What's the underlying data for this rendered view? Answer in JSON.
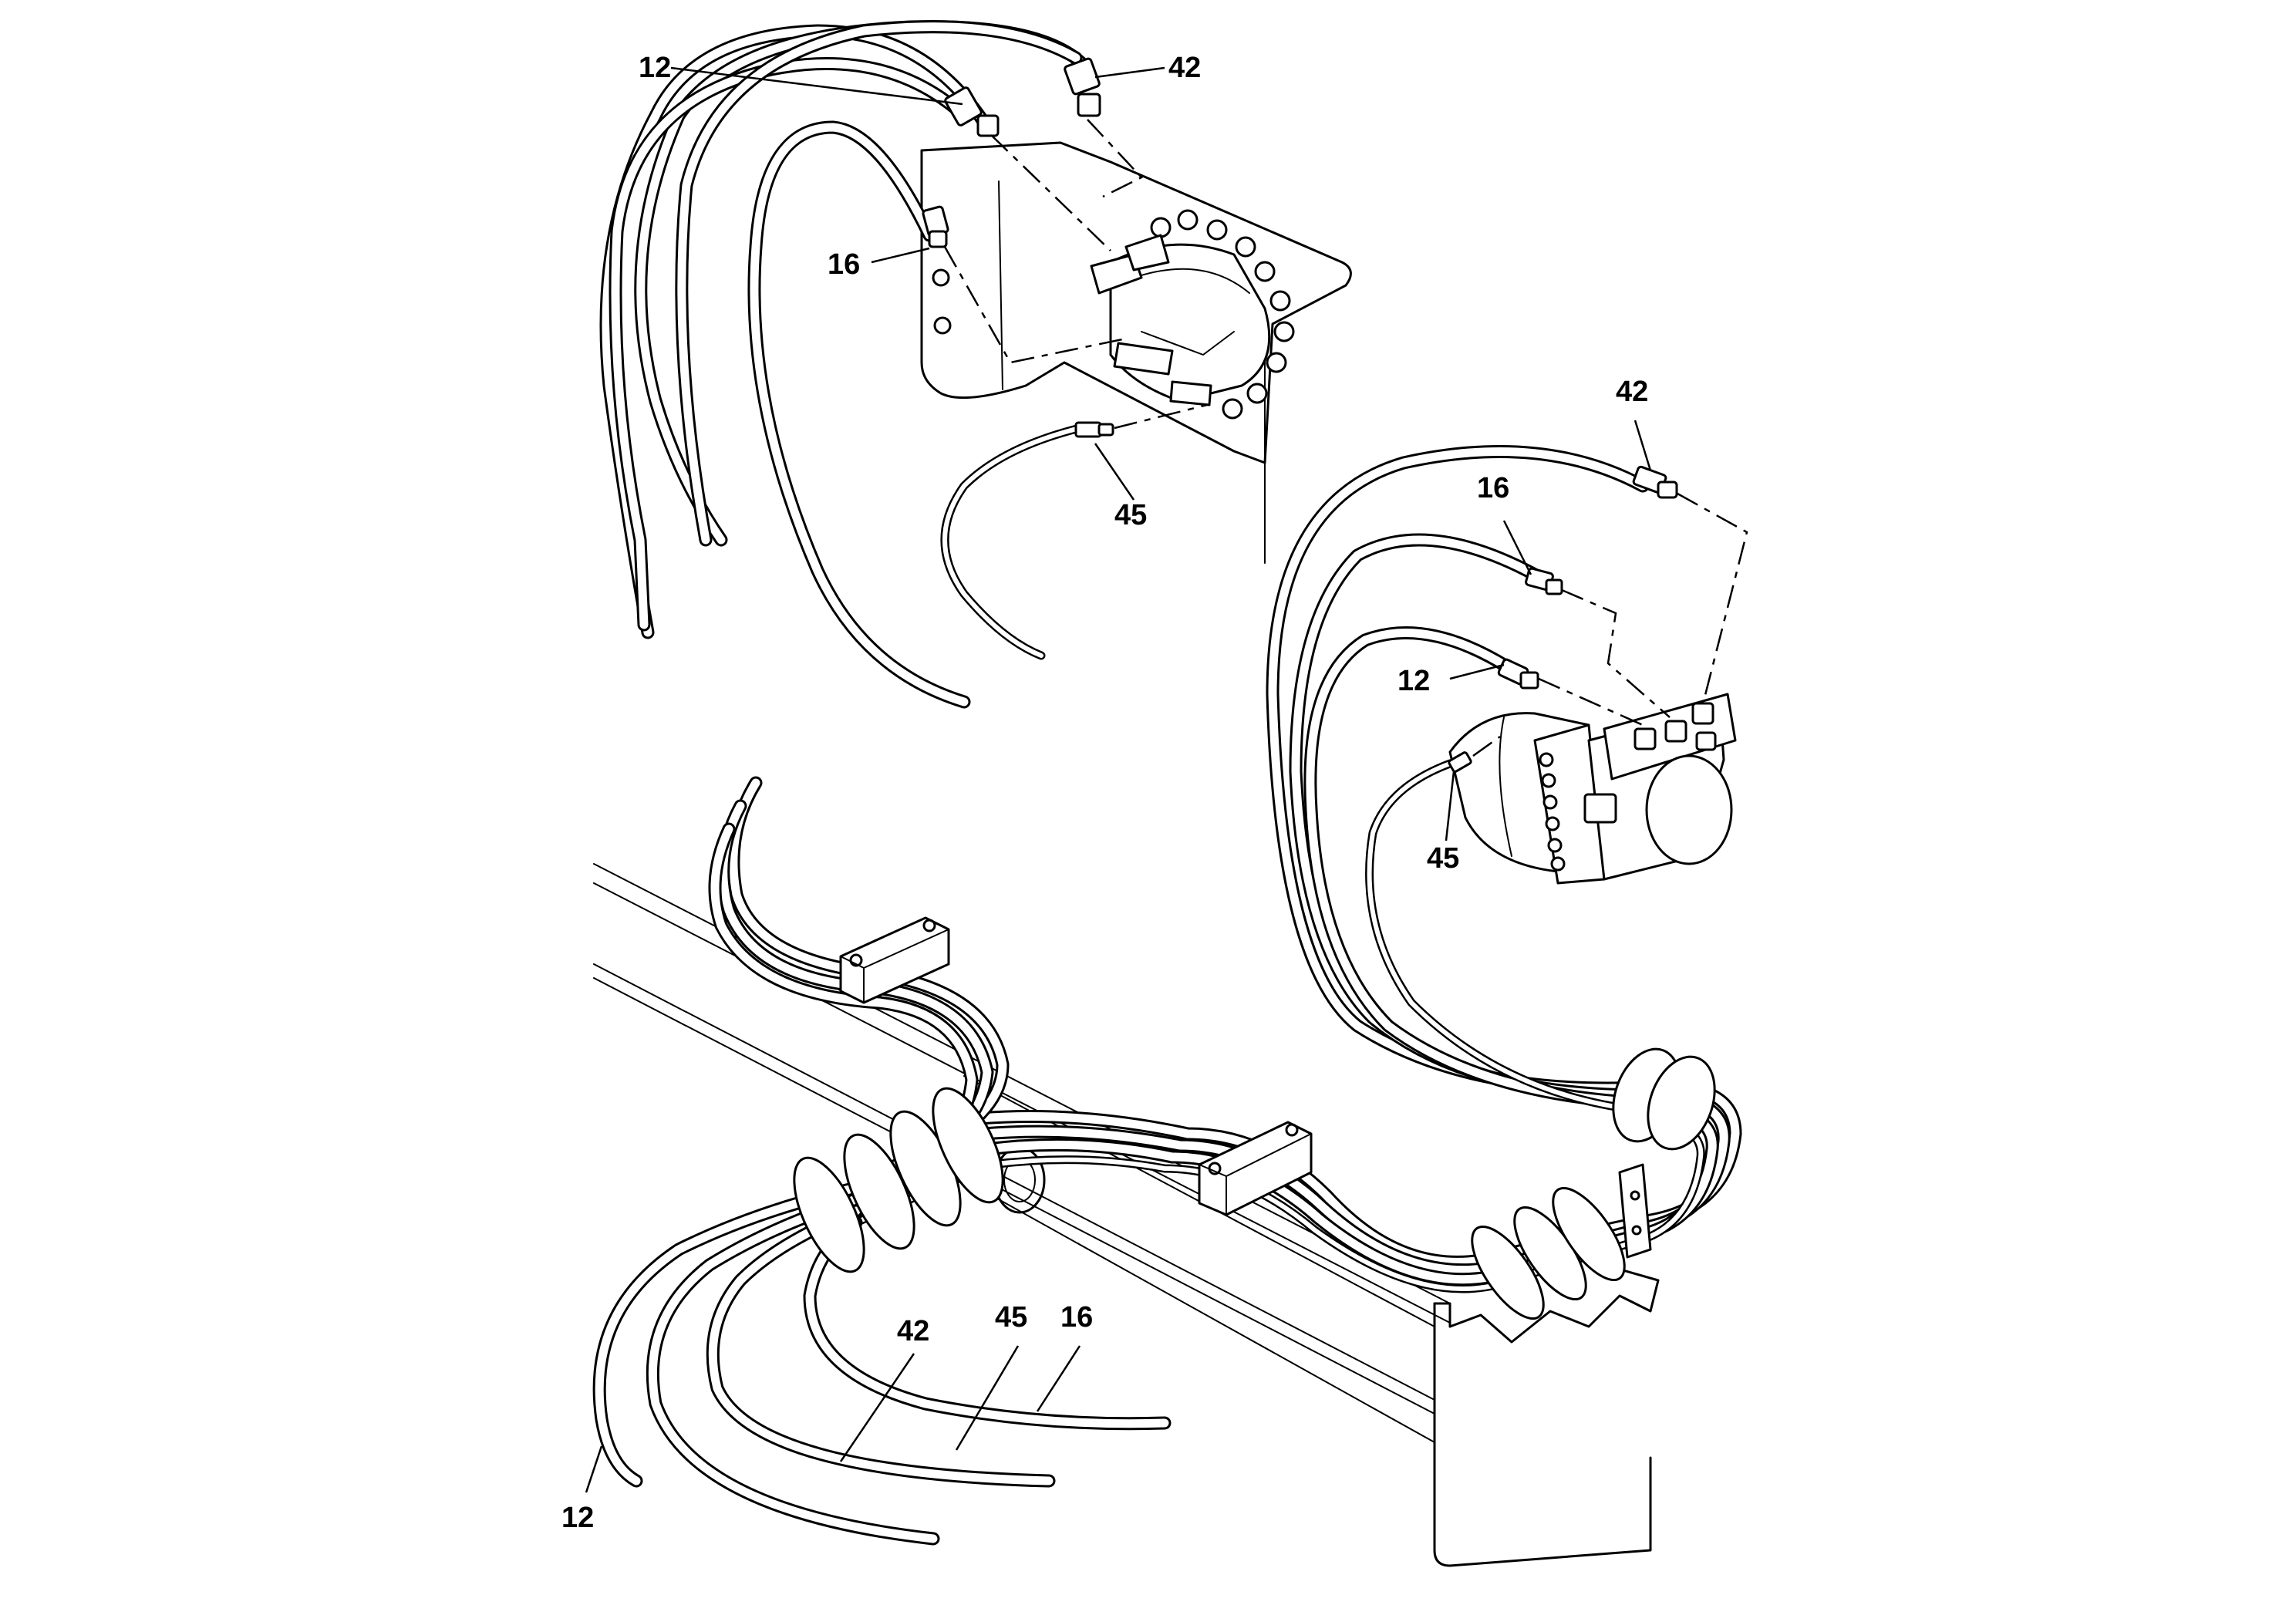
{
  "callouts": {
    "top_12": "12",
    "top_42": "42",
    "top_16": "16",
    "top_45": "45",
    "right_42": "42",
    "right_16": "16",
    "right_12": "12",
    "right_45": "45",
    "bottom_42": "42",
    "bottom_45": "45",
    "bottom_16": "16",
    "bottom_12": "12"
  }
}
